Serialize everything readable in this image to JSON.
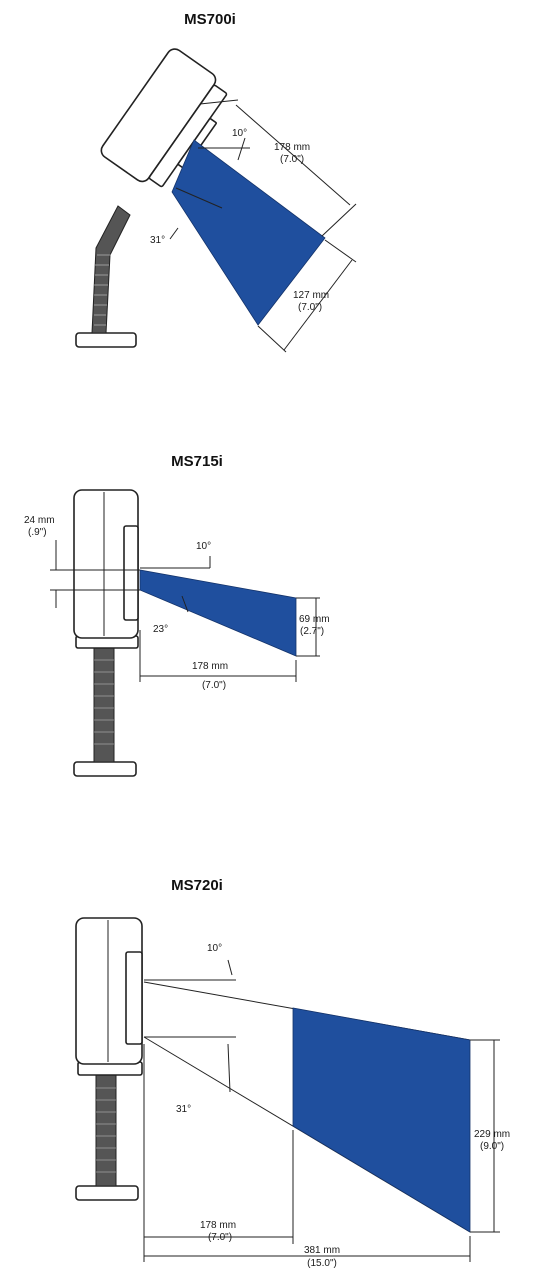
{
  "diagrams": [
    {
      "title": "MS700i",
      "angle_top": "10°",
      "angle_bottom": "31°",
      "dim_depth_mm": "178 mm",
      "dim_depth_in": "(7.0\")",
      "dim_width_mm": "127 mm",
      "dim_width_in": "(7.0\")"
    },
    {
      "title": "MS715i",
      "height_mm": "24 mm",
      "height_in": "(.9\")",
      "angle_top": "10°",
      "angle_bottom": "23°",
      "dim_width_mm": "69 mm",
      "dim_width_in": "(2.7\")",
      "dim_depth_mm": "178 mm",
      "dim_depth_in": "(7.0\")"
    },
    {
      "title": "MS720i",
      "angle_top": "10°",
      "angle_bottom": "31°",
      "dim_width_mm": "229 mm",
      "dim_width_in": "(9.0\")",
      "dim_near_mm": "178 mm",
      "dim_near_in": "(7.0\")",
      "dim_far_mm": "381 mm",
      "dim_far_in": "(15.0\")"
    }
  ],
  "colors": {
    "beam": "#1f4f9e",
    "line": "#222222",
    "background": "#ffffff"
  }
}
